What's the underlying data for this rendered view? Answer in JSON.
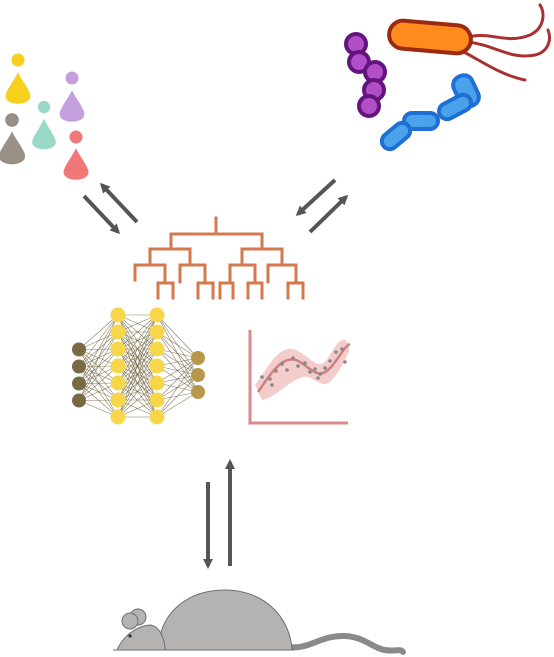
{
  "colors": {
    "background": "#ffffff",
    "arrow": "#555555",
    "dendrogram": "#d4784e",
    "nn_input": "#7a6a44",
    "nn_hidden": "#f7d64a",
    "nn_output": "#b8974a",
    "nn_edge": "#6b5f3a",
    "plot_axis": "#d98a8a",
    "plot_band": "#f4c6c6",
    "plot_line": "#c98080",
    "plot_points": "#888888",
    "mouse": "#b5b2b2",
    "mouse_outline": "#6e6e6e",
    "mouse_tail": "#8a8a8a",
    "drops": [
      "#f7cf1d",
      "#c3a0dd",
      "#9ad8c8",
      "#999088",
      "#f07878"
    ],
    "bacteria_orange": "#ff8a1e",
    "bacteria_orange_outline": "#9c2a12",
    "bacteria_flagella": "#a83232",
    "bacteria_purple": "#b14fc8",
    "bacteria_purple_outline": "#64157d",
    "bacteria_blue": "#4aa3ea",
    "bacteria_blue_outline": "#1f6fd6"
  },
  "icons": {
    "people": "people-droplet-icon",
    "microbes": "bacteria-icon",
    "tree": "dendrogram-icon",
    "network": "neural-network-icon",
    "plot": "regression-plot-icon",
    "mouse": "mouse-icon"
  },
  "network_layers": [
    4,
    7,
    7,
    3
  ]
}
